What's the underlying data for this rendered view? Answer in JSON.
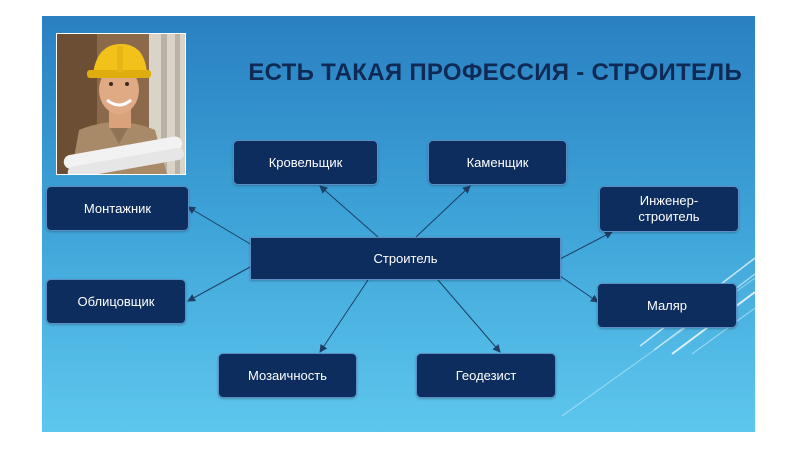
{
  "title": "ЕСТЬ ТАКАЯ ПРОФЕССИЯ - СТРОИТЕЛЬ",
  "center": "Строитель",
  "nodes": {
    "krovelshchik": "Кровельщик",
    "kamenshchik": "Каменщик",
    "montazhnik": "Монтажник",
    "inzhener": "Инженер-\nстроитель",
    "oblitsovshchik": "Облицовщик",
    "malyar": "Маляр",
    "mozaichnost": "Мозаичность",
    "geodezist": "Геодезист"
  },
  "colors": {
    "node_fill": "#0c2d5e",
    "title": "#0f2a55",
    "background_top": "#2a80c2",
    "background_bottom": "#5ec7ee",
    "connector": "#1e3e66"
  }
}
